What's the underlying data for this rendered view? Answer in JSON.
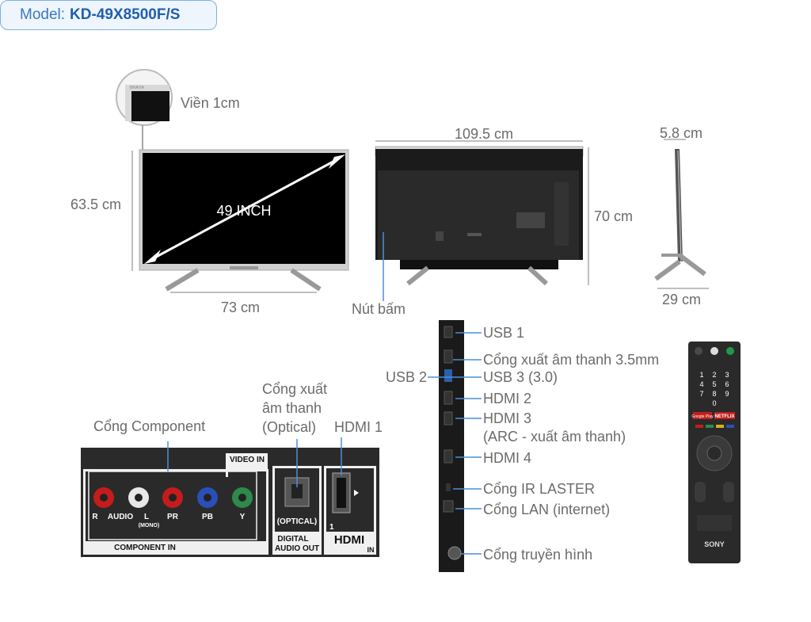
{
  "model": {
    "label": "Model:",
    "value": "KD-49X8500F/S"
  },
  "front": {
    "bezel": "Viền 1cm",
    "diagonal": "49 INCH",
    "height": "63.5 cm",
    "width": "73 cm",
    "bezel_brand": "BRAVIA"
  },
  "back": {
    "width": "109.5 cm",
    "height": "70 cm",
    "button": "Nút bấm"
  },
  "side": {
    "depth": "5.8 cm",
    "stand_depth": "29 cm"
  },
  "side_ports": {
    "usb1": "USB 1",
    "audio35": "Cổng xuất âm thanh 3.5mm",
    "usb2": "USB 2",
    "usb3": "USB 3 (3.0)",
    "hdmi2": "HDMI 2",
    "hdmi3": "HDMI 3",
    "hdmi3_note": "(ARC - xuất âm thanh)",
    "hdmi4": "HDMI 4",
    "ir": "Cổng IR LASTER",
    "lan": "Cổng LAN (internet)",
    "antenna": "Cổng truyền hình"
  },
  "rear_panel": {
    "component_title": "Cổng Component",
    "optical_title_1": "Cổng xuất",
    "optical_title_2": "âm thanh",
    "optical_title_3": "(Optical)",
    "hdmi1_title": "HDMI 1",
    "video_in": "VIDEO IN",
    "r": "R",
    "audio": "AUDIO",
    "l": "L",
    "mono": "(MONO)",
    "pr": "PR",
    "pb": "PB",
    "y": "Y",
    "component_in": "COMPONENT IN",
    "optical": "(OPTICAL)",
    "digital": "DIGITAL",
    "audio_out": "AUDIO OUT",
    "hdmi_num": "1",
    "hdmi_logo": "HDMI",
    "hdmi_in": "IN"
  },
  "remote": {
    "brand": "SONY",
    "google_play": "Google Play",
    "netflix": "NETFLIX",
    "keys": [
      "1",
      "2",
      "3",
      "4",
      "5",
      "6",
      "7",
      "8",
      "9",
      "0"
    ]
  },
  "colors": {
    "accent": "#3a78c2",
    "leader": "#4a8fd6",
    "tv_frame": "#c8c8c8",
    "screen": "#000000"
  }
}
